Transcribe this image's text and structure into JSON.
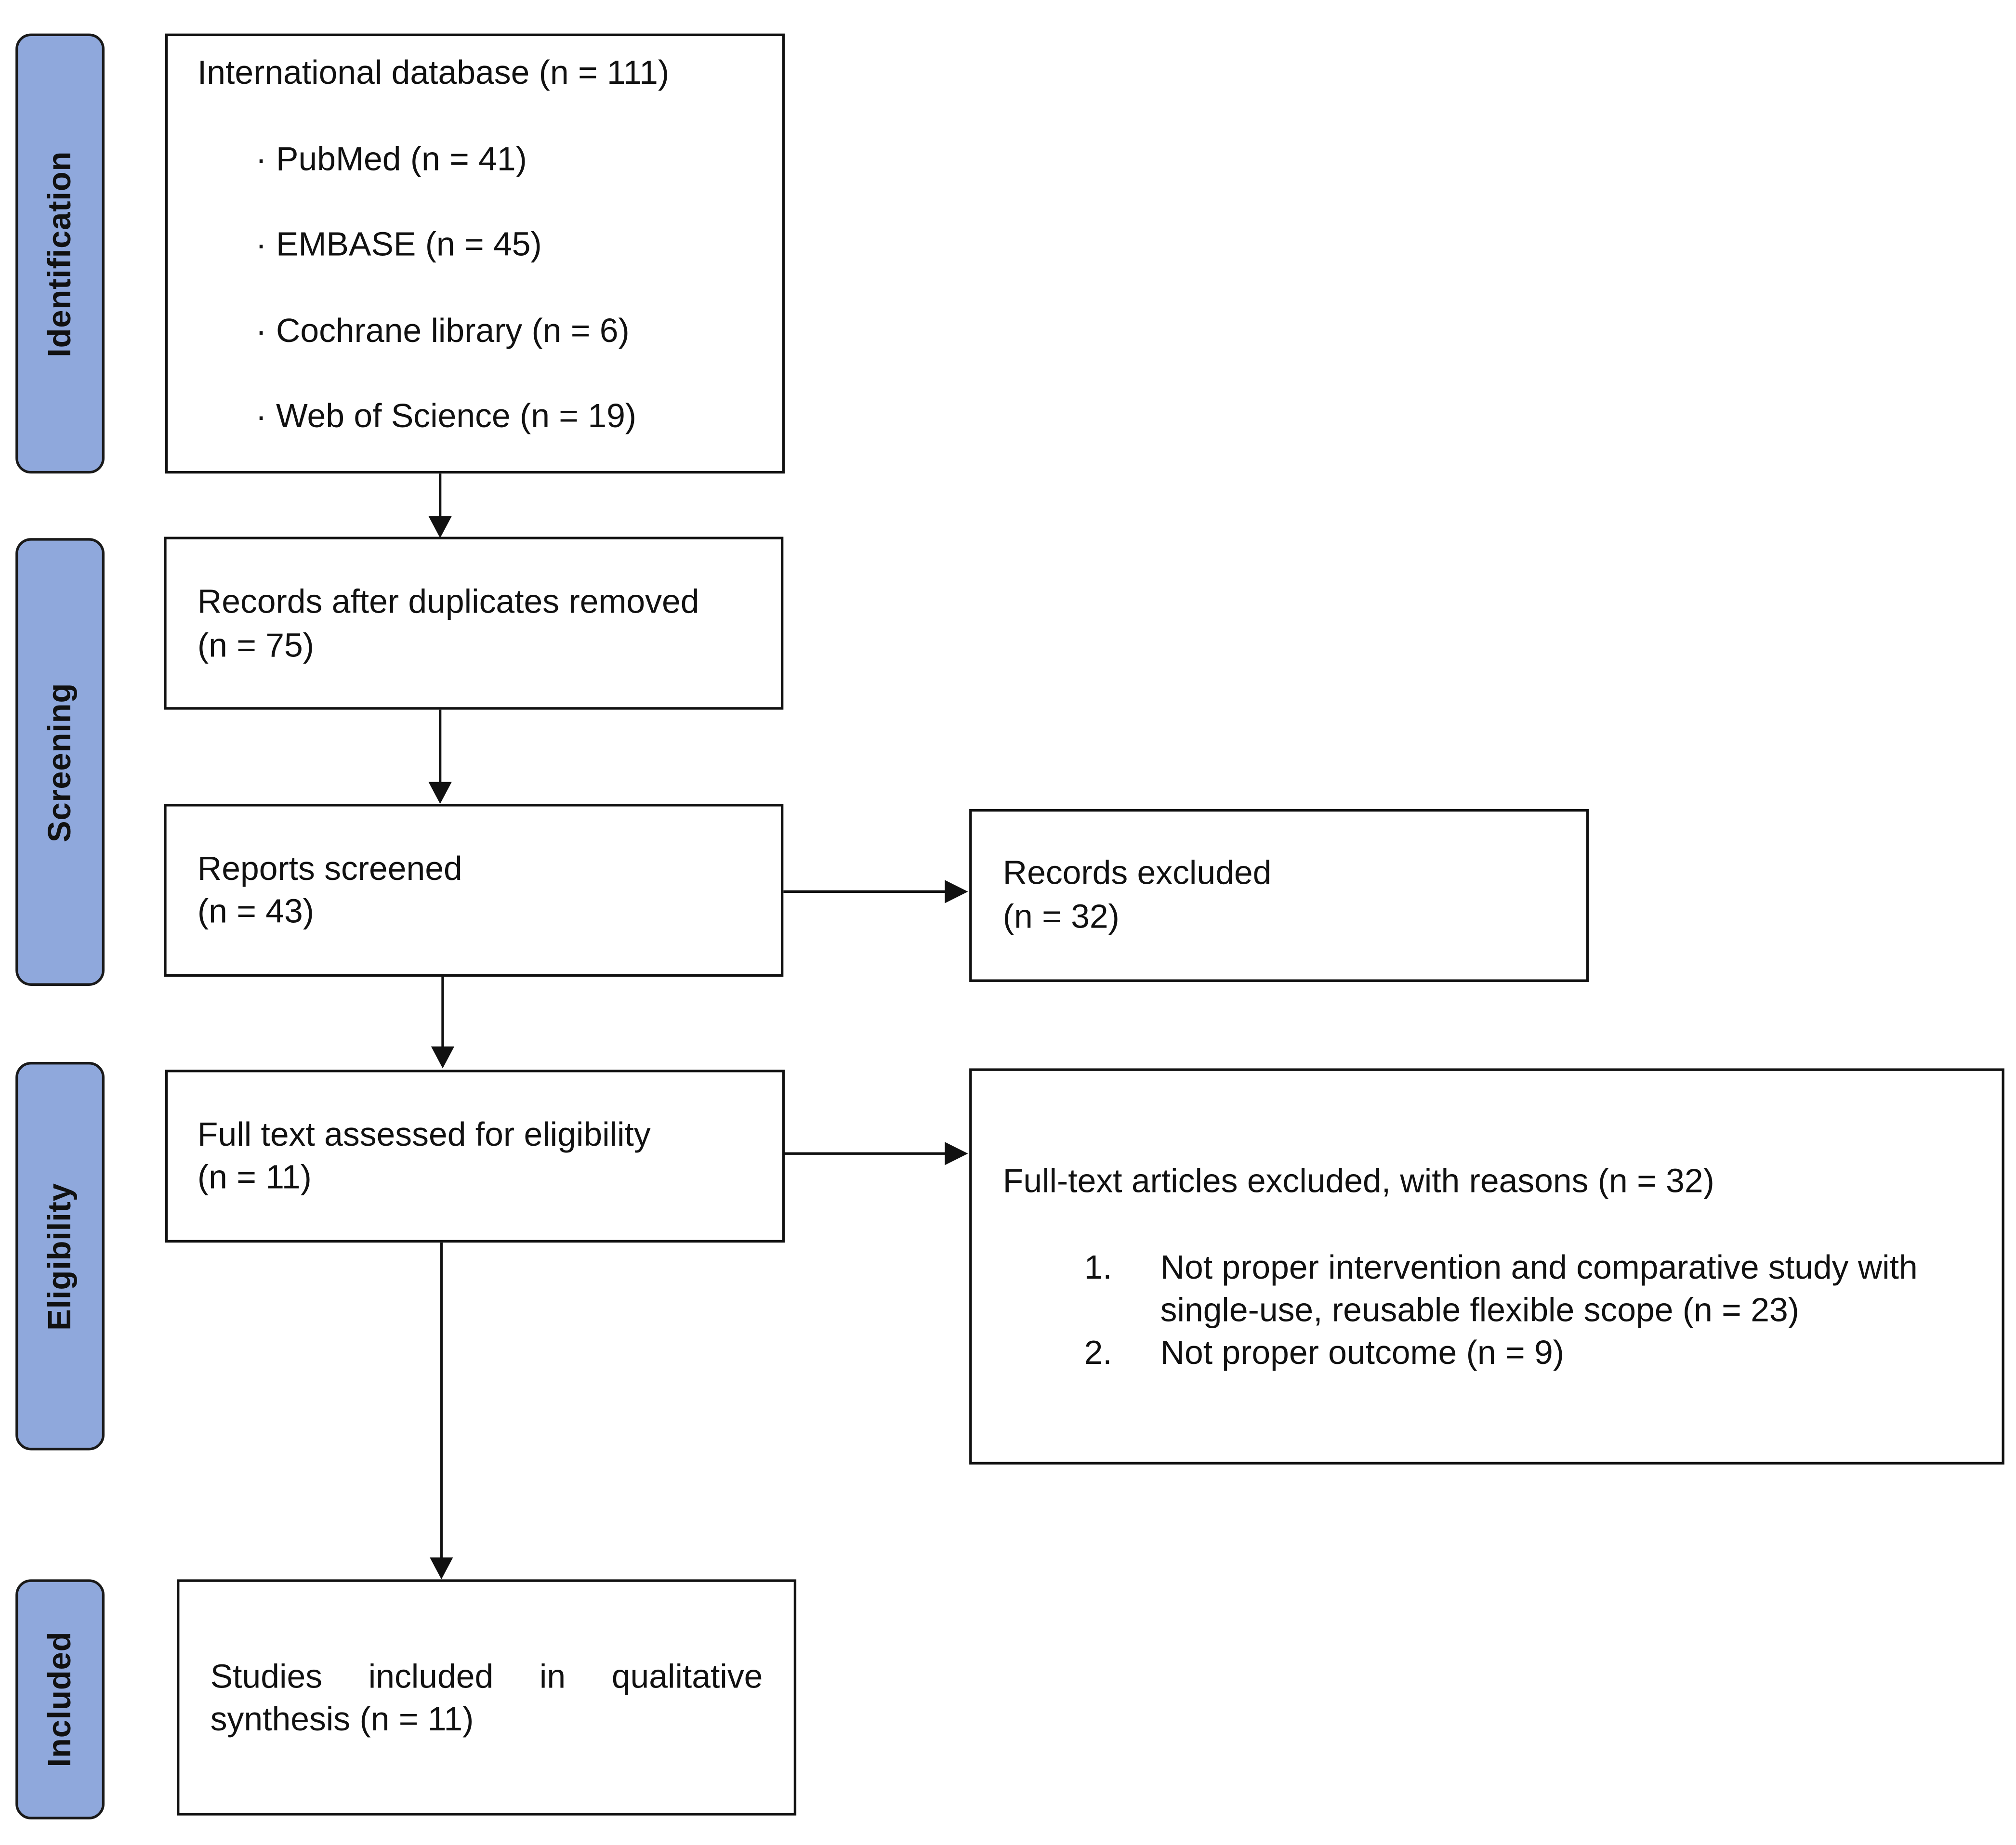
{
  "phases": {
    "identification": "Identification",
    "screening": "Screening",
    "eligibility": "Eligibility",
    "included": "Included"
  },
  "identification_box": {
    "title": "International database (n = 111)",
    "sources": [
      "· PubMed (n = 41)",
      "· EMBASE (n = 45)",
      "· Cochrane library (n = 6)",
      "· Web of Science (n = 19)"
    ]
  },
  "duplicates_box": {
    "line1": "Records after duplicates removed",
    "line2": "(n = 75)"
  },
  "screened_box": {
    "line1": "Reports screened",
    "line2": "(n = 43)"
  },
  "records_excluded_box": {
    "line1": "Records excluded",
    "line2": "(n = 32)"
  },
  "fulltext_box": {
    "line1": "Full text assessed for eligibility",
    "line2": "(n = 11)"
  },
  "fulltext_excluded_box": {
    "title": "Full-text articles excluded, with reasons (n = 32)",
    "reasons": [
      {
        "num": "1.",
        "text": "Not proper intervention and comparative study with single-use, reusable flexible scope (n = 23)"
      },
      {
        "num": "2.",
        "text": "Not proper outcome (n = 9)"
      }
    ]
  },
  "included_box": {
    "text": "Studies included in qualitative synthesis (n = 11)"
  }
}
